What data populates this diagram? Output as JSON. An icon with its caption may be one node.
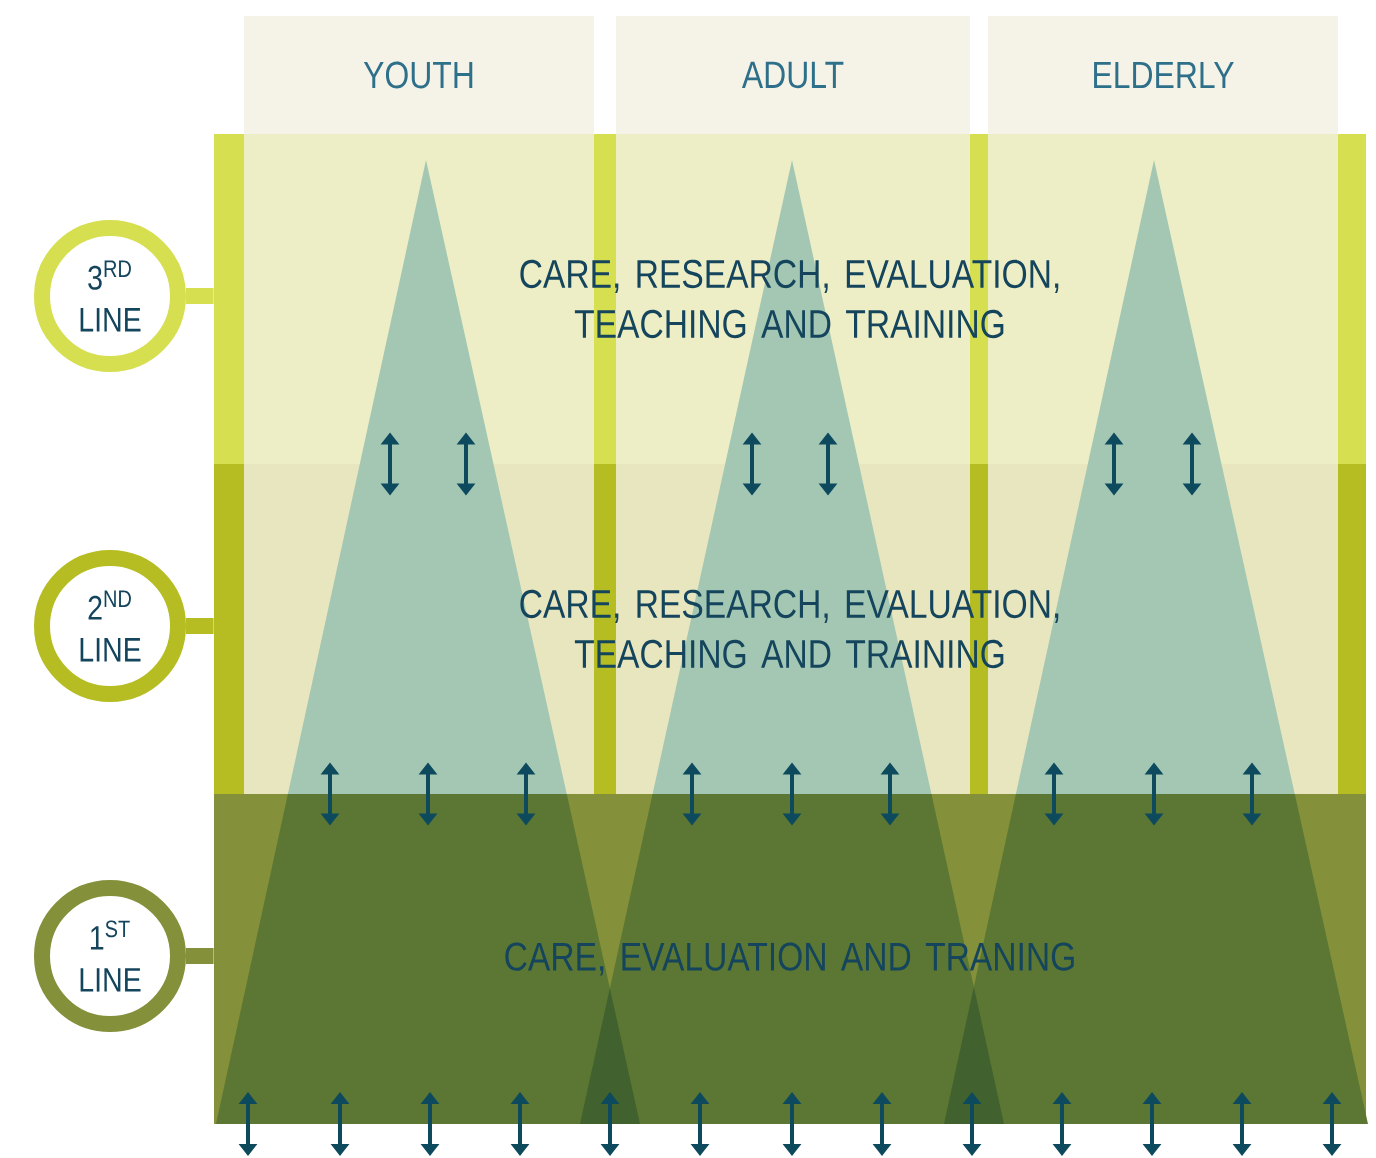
{
  "diagram": {
    "nodes": [
      {
        "text": [
          "YOUTH"
        ]
      },
      {
        "text": [
          "ADULT"
        ]
      },
      {
        "text": [
          "ELDERLY"
        ]
      },
      {
        "text": [
          "3$^{RD}$ LINE"
        ]
      },
      {
        "text": [
          "CARE, RESEARCH, EVALUATION, TEACHING AND TRAINING"
        ]
      },
      {
        "text": [
          "2$^{ND}$ LINE"
        ]
      },
      {
        "text": [
          "CARE, RESEARCH, EVALUATION, TEACHING AND TRAINING"
        ]
      },
      {
        "text": [
          "1$^{ST}$ LINE"
        ]
      },
      {
        "text": [
          "CARE, EVALUATION AND TRANING"
        ]
      }
    ],
    "edges": [
      {
        "from": 3,
        "to": 4,
        "arrow": "none",
        "style": "thick",
        "color": "#d6df50"
      },
      {
        "from": 5,
        "to": 6,
        "arrow": "none",
        "style": "thick",
        "color": "#b5bd22"
      },
      {
        "from": 7,
        "to": 8,
        "arrow": "none",
        "style": "thick",
        "color": "#84903a"
      },
      {
        "from": 4,
        "to": 6,
        "arrow": "both"
      },
      {
        "from": 4,
        "to": 6,
        "arrow": "both"
      },
      {
        "from": 4,
        "to": 6,
        "arrow": "both"
      },
      {
        "from": 4,
        "to": 6,
        "arrow": "both"
      },
      {
        "from": 4,
        "to": 6,
        "arrow": "both"
      },
      {
        "from": 4,
        "to": 6,
        "arrow": "both"
      },
      {
        "from": 6,
        "to": 8,
        "arrow": "both"
      },
      {
        "from": 6,
        "to": 8,
        "arrow": "both"
      },
      {
        "from": 6,
        "to": 8,
        "arrow": "both"
      },
      {
        "from": 6,
        "to": 8,
        "arrow": "both"
      },
      {
        "from": 6,
        "to": 8,
        "arrow": "both"
      },
      {
        "from": 6,
        "to": 8,
        "arrow": "both"
      },
      {
        "from": 6,
        "to": 8,
        "arrow": "both"
      },
      {
        "from": 6,
        "to": 8,
        "arrow": "both"
      },
      {
        "from": 6,
        "to": 8,
        "arrow": "both"
      }
    ]
  }
}
